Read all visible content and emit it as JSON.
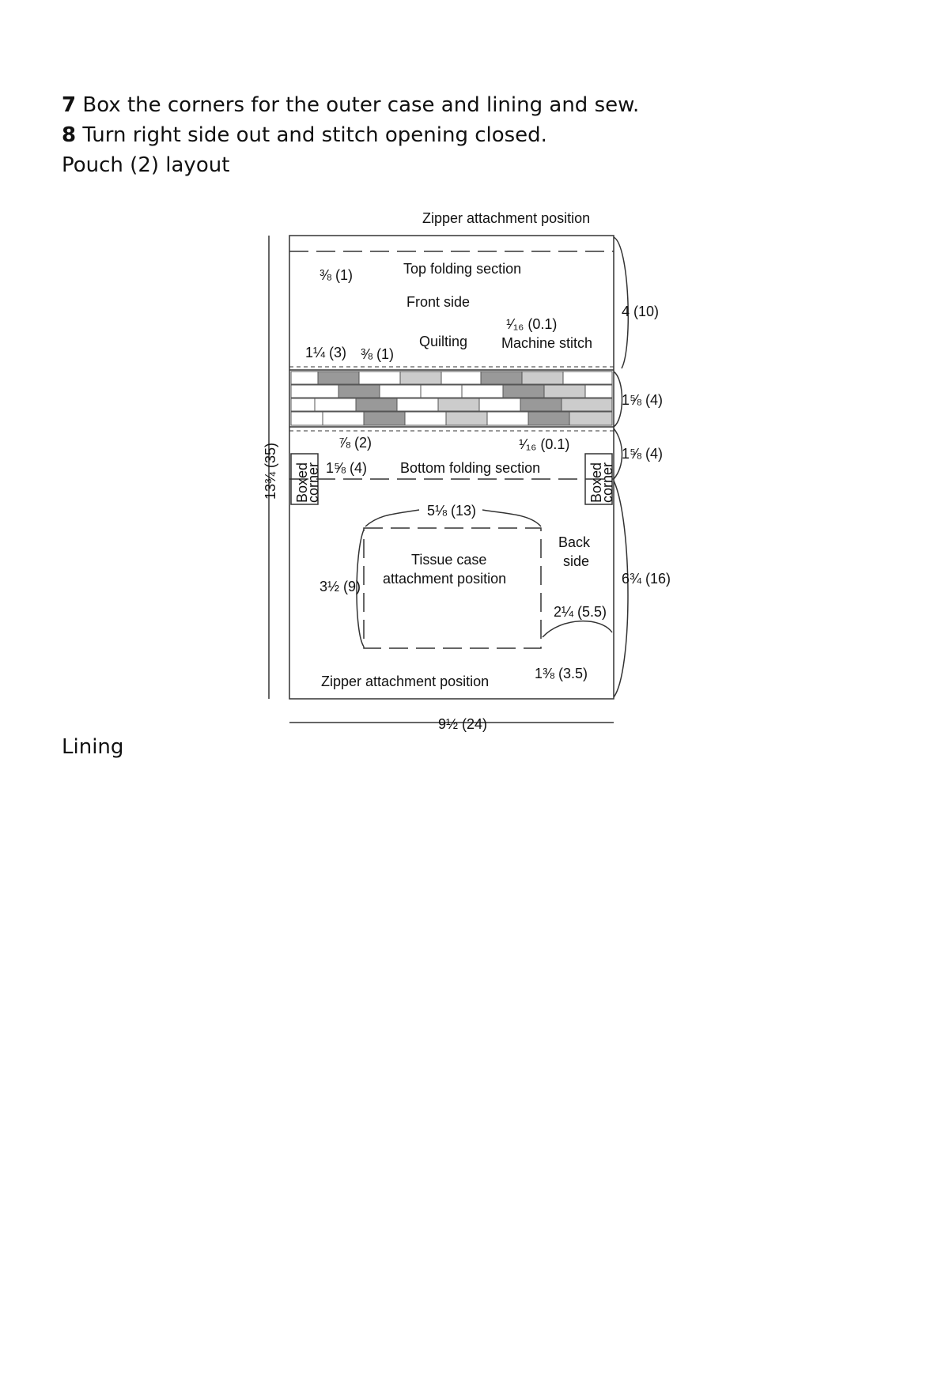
{
  "instructions": [
    {
      "num": "7",
      "text": " Box the corners for the outer case and lining and sew."
    },
    {
      "num": "8",
      "text": " Turn right side out and stitch opening closed."
    }
  ],
  "caption": "Pouch (2) layout",
  "diagram": {
    "zipper_top": "Zipper attachment position",
    "zipper_bottom": "Zipper attachment position",
    "top_folding": "Top folding section",
    "front_side": "Front side",
    "quilting": "Quilting",
    "machine_stitch": "Machine stitch",
    "bottom_folding": "Bottom folding section",
    "back_side_1": "Back",
    "back_side_2": "side",
    "tissue_1": "Tissue case",
    "tissue_2": "attachment position",
    "boxed_corner_1": "Boxed",
    "boxed_corner_2": "corner",
    "dims": {
      "three_eighths_top": "⅜ (1)",
      "one_quarter": "1¼ (3)",
      "three_eighths_mid": "⅜ (1)",
      "sixteenth_top": "¹⁄₁₆ (0.1)",
      "four": "4 (10)",
      "five_eighths_a": "1⅝ (4)",
      "seven_eighths": "⅞ (2)",
      "sixteenth_bottom": "¹⁄₁₆ (0.1)",
      "five_eighths_b": "1⅝ (4)",
      "five_eighths_left": "1⅝ (4)",
      "five_one_eighth": "5⅛ (13)",
      "six_three_quarter": "6¾ (16)",
      "three_half": "3½ (9)",
      "two_quarter": "2¼ (5.5)",
      "one_three_eighth": "1⅜ (3.5)",
      "height": "13¾ (35)",
      "width": "9½ (24)"
    }
  },
  "lining": "Lining"
}
